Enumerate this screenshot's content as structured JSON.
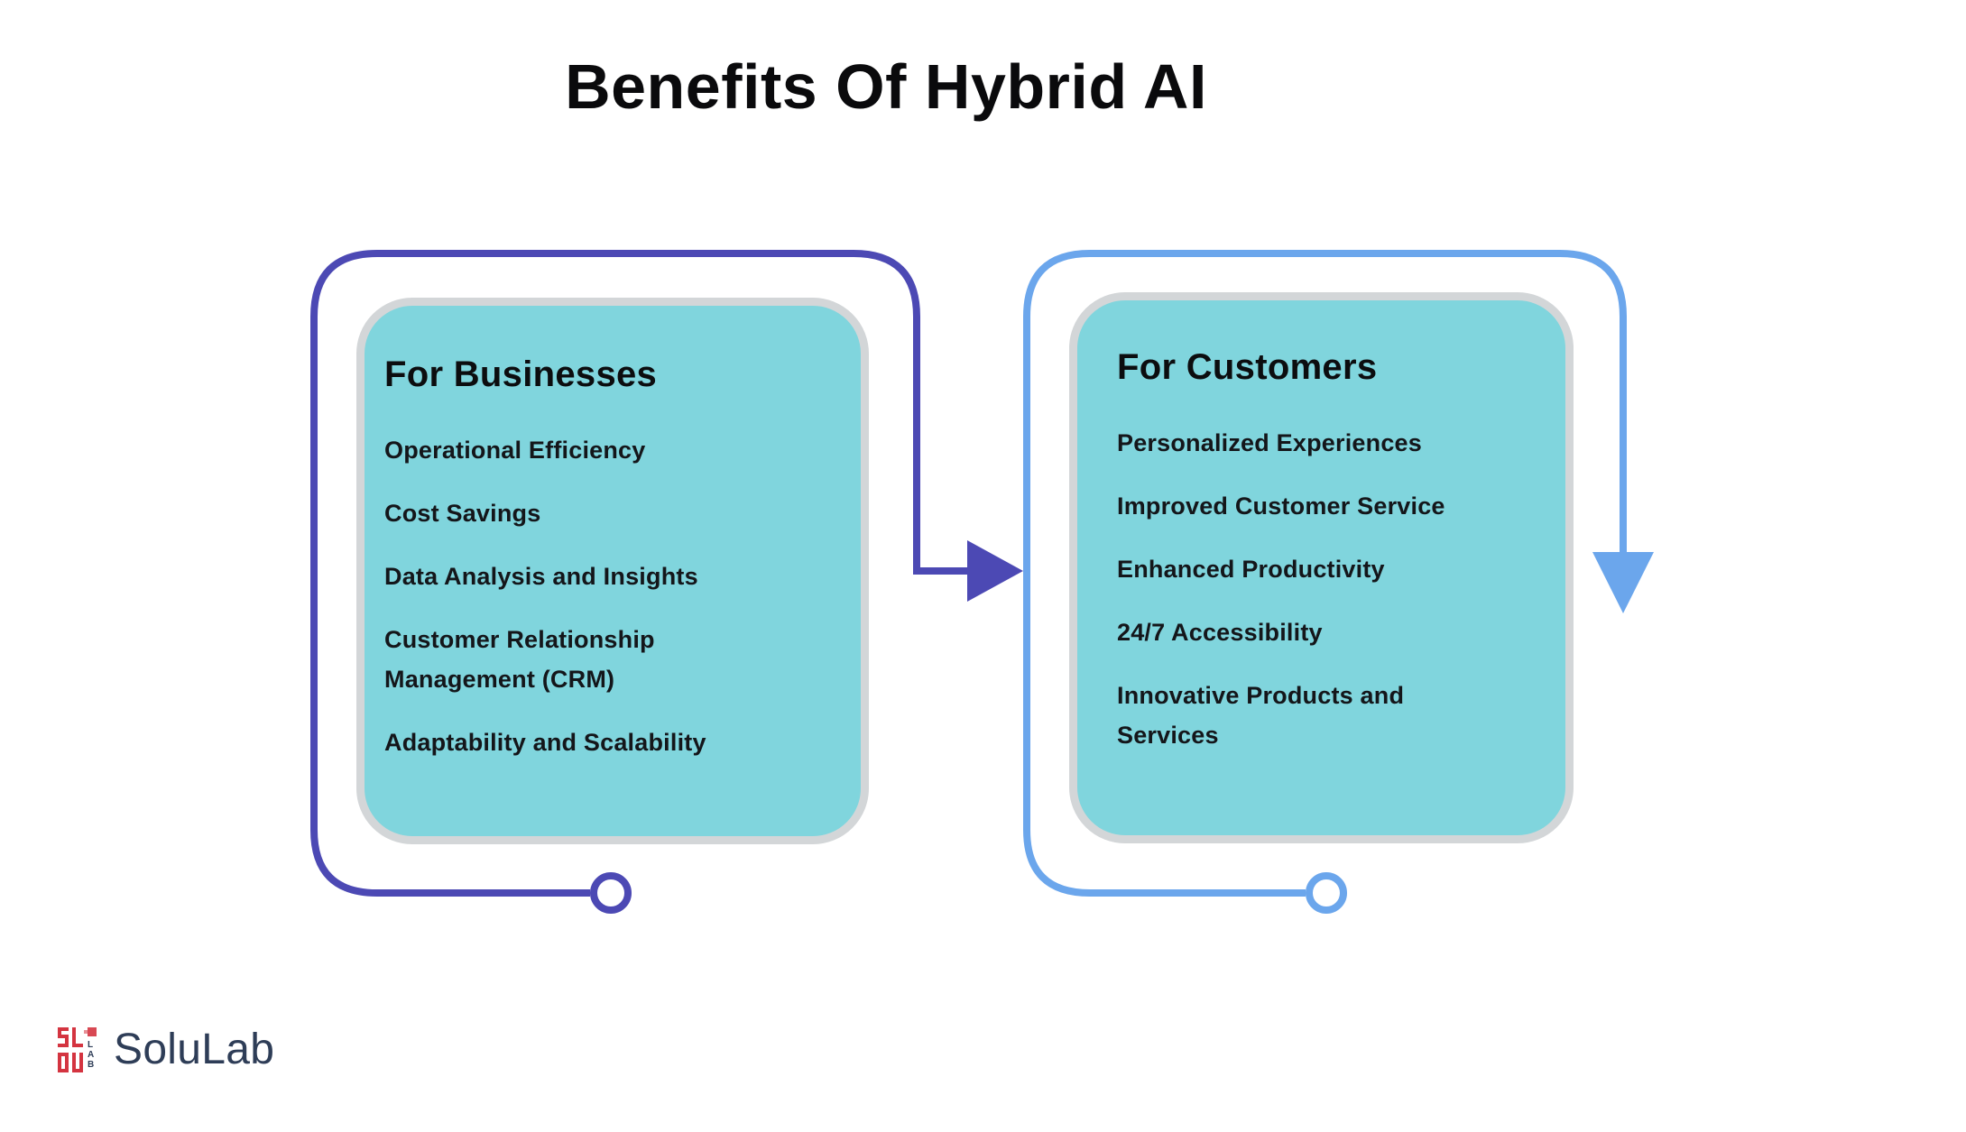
{
  "title": "Benefits Of Hybrid AI",
  "colors": {
    "accent_dark": "#4C49B4",
    "accent_light": "#6BA6EC",
    "card_fill": "#80D5DD",
    "card_border": "#D3D6D8",
    "text": "#14161A",
    "logo_red": "#D43440",
    "logo_navy": "#2E3D57"
  },
  "groups": [
    {
      "heading": "For Businesses",
      "items": [
        "Operational Efficiency",
        "Cost Savings",
        "Data Analysis and Insights",
        "Customer Relationship Management (CRM)",
        "Adaptability and Scalability"
      ]
    },
    {
      "heading": "For Customers",
      "items": [
        "Personalized Experiences",
        "Improved Customer Service",
        "Enhanced Productivity",
        "24/7 Accessibility",
        "Innovative Products and Services"
      ]
    }
  ],
  "logo": {
    "text": "SoluLab",
    "mark_label": "LAB"
  }
}
